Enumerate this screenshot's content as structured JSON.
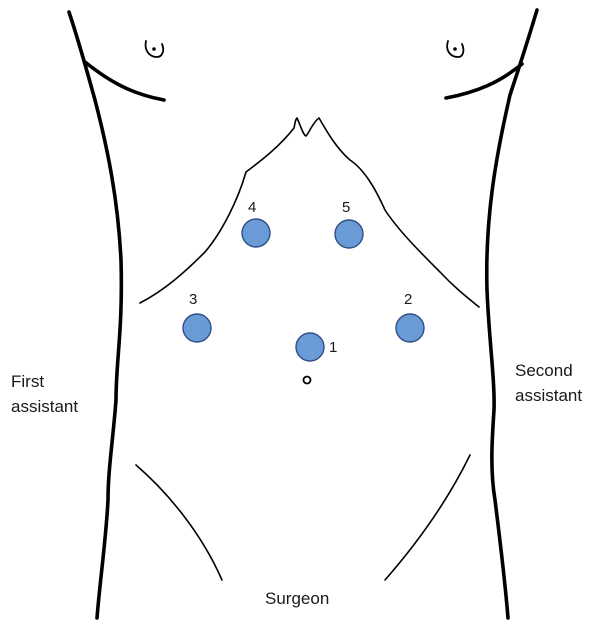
{
  "port_color": "#6b9bd7",
  "ports": [
    {
      "label": "1"
    },
    {
      "label": "2"
    },
    {
      "label": "3"
    },
    {
      "label": "4"
    },
    {
      "label": "5"
    }
  ],
  "positions": {
    "first_assistant": [
      "First",
      "assistant"
    ],
    "second_assistant": [
      "Second",
      "assistant"
    ],
    "surgeon": "Surgeon"
  }
}
